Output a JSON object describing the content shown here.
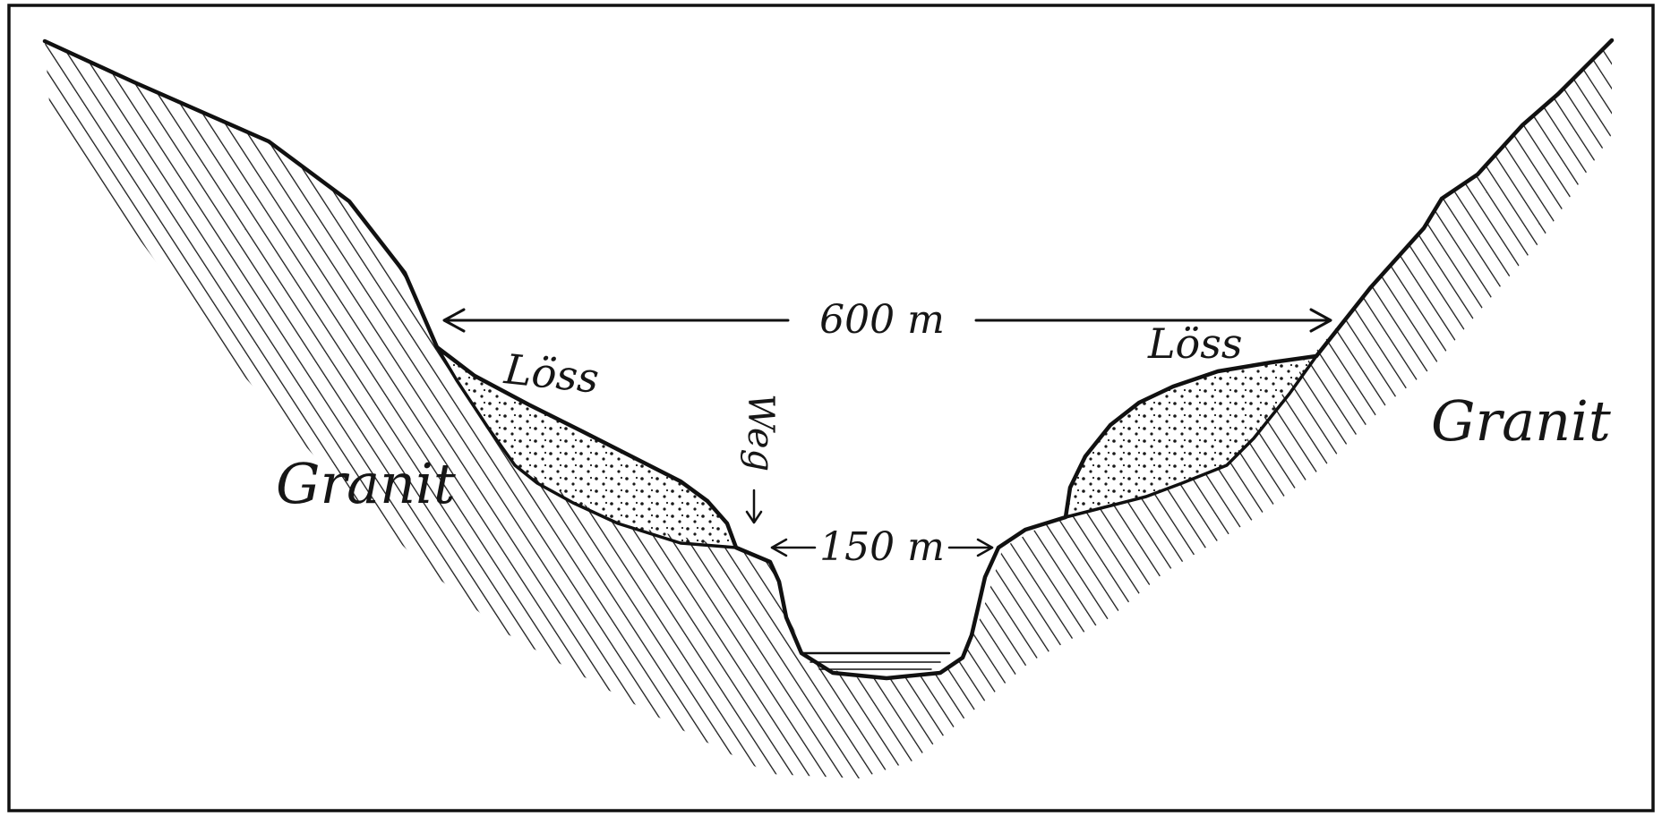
{
  "labels": {
    "granit_left": "Granit",
    "granit_right": "Granit",
    "loess_left": "Löss",
    "loess_right": "Löss",
    "weg": "Weg",
    "width_upper": "600 m",
    "width_lower": "150 m"
  },
  "colors": {
    "ink": "#111111",
    "paper": "#ffffff"
  }
}
